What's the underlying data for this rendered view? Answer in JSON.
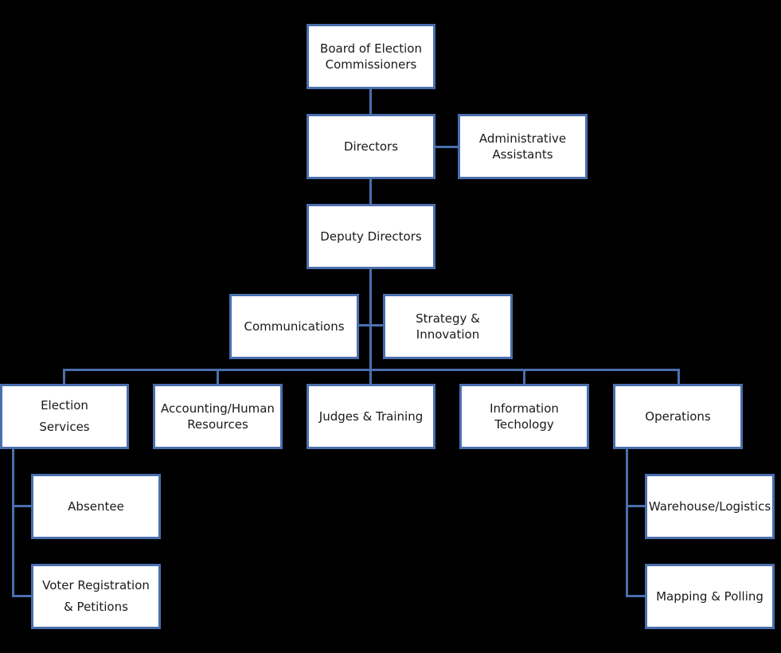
{
  "chart_title": "",
  "nodes": {
    "board": "Board of Election\nCommissioners",
    "directors": "Directors",
    "admin_assistants": "Administrative\nAssistants",
    "deputy_directors": "Deputy Directors",
    "communications": "Communications",
    "strategy_innovation": "Strategy &\nInnovation",
    "election_services": "Election\nServices",
    "accounting_hr": "Accounting/Human\nResources",
    "judges_training": "Judges & Training",
    "information_technology": "Information\nTechology",
    "operations": "Operations",
    "absentee": "Absentee",
    "voter_registration": "Voter Registration\n& Petitions",
    "warehouse_logistics": "Warehouse/Logistics",
    "mapping_polling": "Mapping & Polling"
  },
  "colors": {
    "background": "#000000",
    "box_fill": "#ffffff",
    "box_border": "#4a6fae",
    "connector": "#4a6fae",
    "text": "#1a1a1a"
  }
}
